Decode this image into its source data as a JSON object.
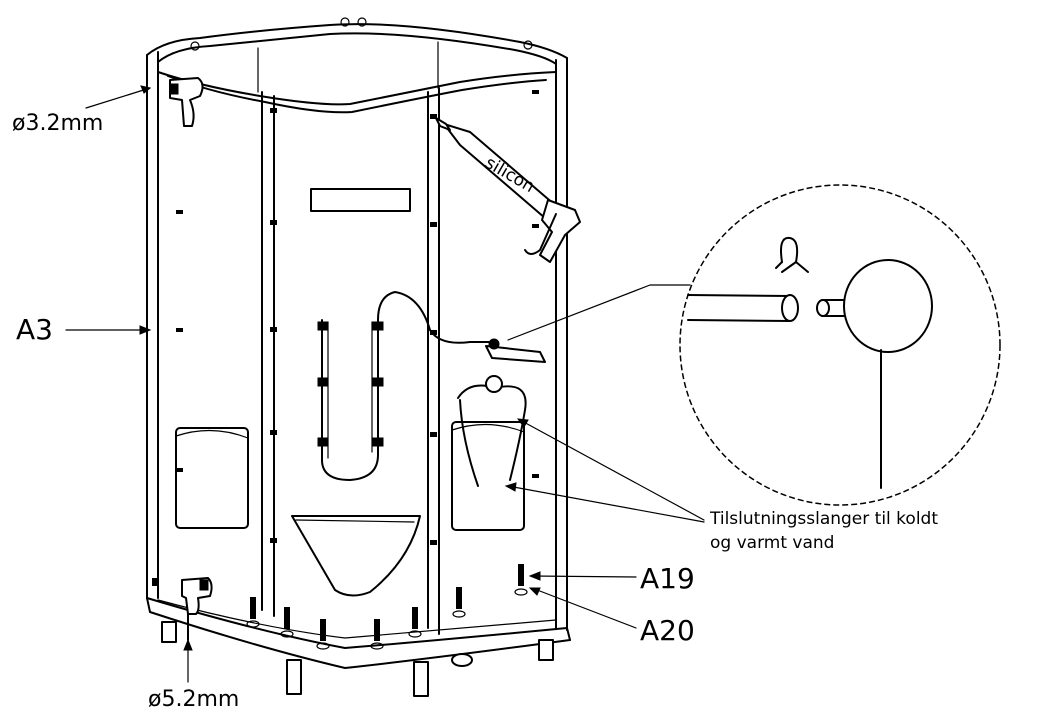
{
  "labels": {
    "drill_top": "ø3.2mm",
    "drill_bottom": "ø5.2mm",
    "a3": "A3",
    "a19": "A19",
    "a20": "A20",
    "silicon": "silicon",
    "hose_note_line1": "Tilslutningsslanger til koldt",
    "hose_note_line2": "og varmt vand"
  },
  "icons": {
    "detail_mark": "x-mark-icon",
    "drill": "drill-icon",
    "caulk_gun": "caulk-gun-icon"
  }
}
